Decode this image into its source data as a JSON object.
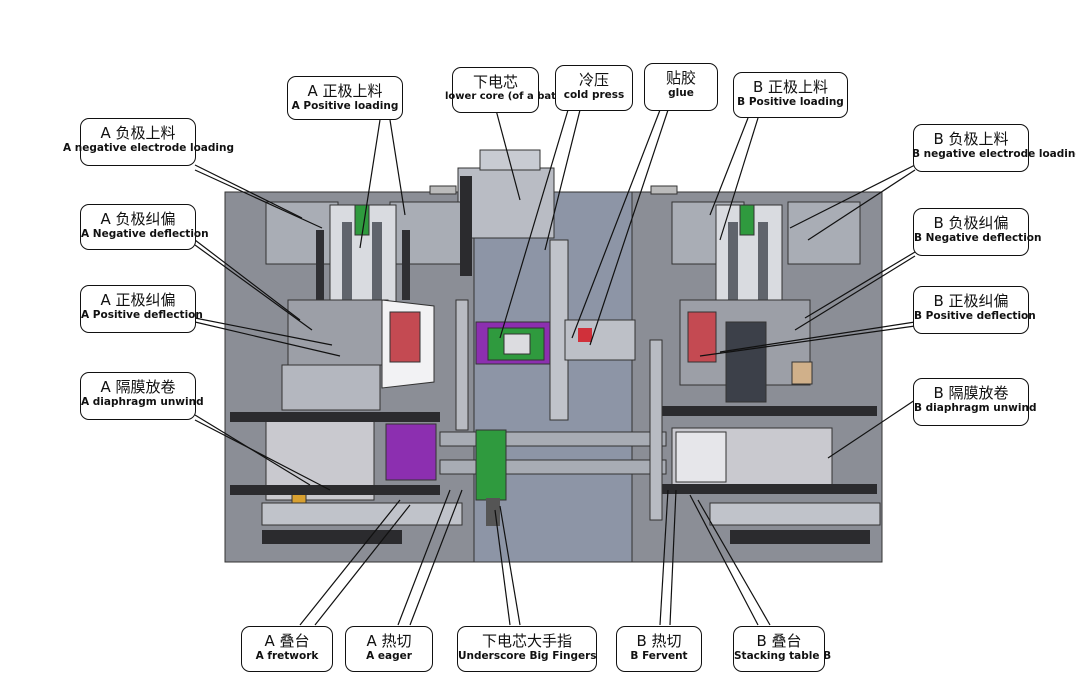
{
  "callouts": {
    "a_positive_loading": {
      "zh": "A 正极上料",
      "en": "A Positive loading"
    },
    "lower_core": {
      "zh": "下电芯",
      "en": "lower core (of a battery)"
    },
    "cold_press": {
      "zh": "冷压",
      "en": "cold press"
    },
    "glue": {
      "zh": "贴胶",
      "en": "glue"
    },
    "b_positive_loading": {
      "zh": "B 正极上料",
      "en": "B Positive loading"
    },
    "a_negative_loading": {
      "zh": "A 负极上料",
      "en": "A negative electrode loading"
    },
    "b_negative_loading": {
      "zh": "B 负极上料",
      "en": "B negative electrode loading"
    },
    "a_negative_deflection": {
      "zh": "A 负极纠偏",
      "en": "A Negative deflection"
    },
    "b_negative_deflection": {
      "zh": "B 负极纠偏",
      "en": "B Negative deflection"
    },
    "a_positive_deflection": {
      "zh": "A 正极纠偏",
      "en": "A Positive deflection"
    },
    "b_positive_deflection": {
      "zh": "B 正极纠偏",
      "en": "B Positive deflection"
    },
    "a_diaphragm_unwind": {
      "zh": "A 隔膜放卷",
      "en": "A diaphragm unwind"
    },
    "b_diaphragm_unwind": {
      "zh": "B 隔膜放卷",
      "en": "B diaphragm unwind"
    },
    "a_fretwork": {
      "zh": "A 叠台",
      "en": "A fretwork"
    },
    "a_eager": {
      "zh": "A 热切",
      "en": "A eager"
    },
    "underscore_big_fingers": {
      "zh": "下电芯大手指",
      "en": "Underscore Big Fingers"
    },
    "b_fervent": {
      "zh": "B 热切",
      "en": "B Fervent"
    },
    "stacking_table_b": {
      "zh": "B 叠台",
      "en": "Stacking table B"
    }
  },
  "colors": {
    "machine_base": "#8b8e96",
    "center_panel": "#8d95a6",
    "accent_purple": "#8c2fb0",
    "accent_green": "#2f9a3e",
    "accent_red": "#d0303a",
    "film_roll": "#c9c9cf"
  }
}
